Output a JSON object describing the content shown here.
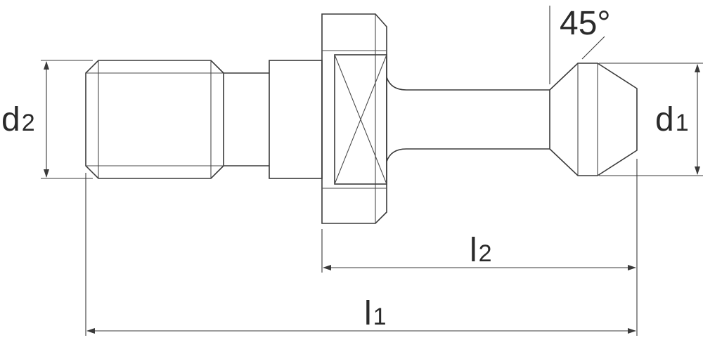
{
  "labels": {
    "angle": "45°",
    "d1_main": "d",
    "d1_sub": "1",
    "d2_main": "d",
    "d2_sub": "2",
    "l1_main": "l",
    "l1_sub": "1",
    "l2_main": "l",
    "l2_sub": "2"
  }
}
